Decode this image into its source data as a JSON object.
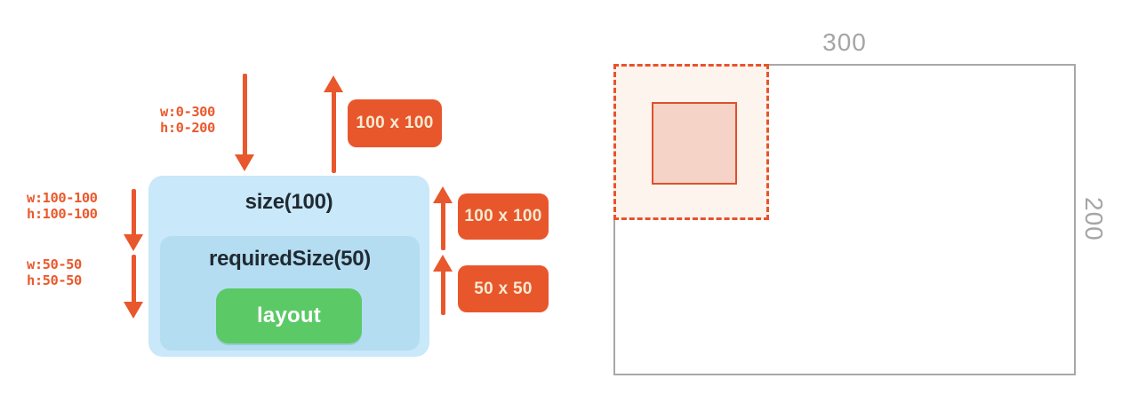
{
  "left_diagram": {
    "incoming_constraints": {
      "line1": "w:0-300",
      "line2": "h:0-200"
    },
    "size_constraints": {
      "line1": "w:100-100",
      "line2": "h:100-100"
    },
    "required_size_constraints": {
      "line1": "w:50-50",
      "line2": "h:50-50"
    },
    "outer_box_label": "size(100)",
    "inner_box_label": "requiredSize(50)",
    "layout_label": "layout",
    "badges": {
      "top": "100 x 100",
      "middle": "100 x 100",
      "bottom": "50 x 50"
    }
  },
  "right_diagram": {
    "width_label": "300",
    "height_label": "200"
  },
  "colors": {
    "orange": "#e9572d",
    "badge_bg": "#e8562c",
    "badge_text": "#f6ead0",
    "outer_box_bg": "#c9e8f9",
    "inner_box_bg": "#b5ddf2",
    "green_bg": "#5cc967",
    "gray": "#a5a5a5",
    "dash_border": "#e8532a",
    "leaf_fill": "#f5d3c6"
  }
}
